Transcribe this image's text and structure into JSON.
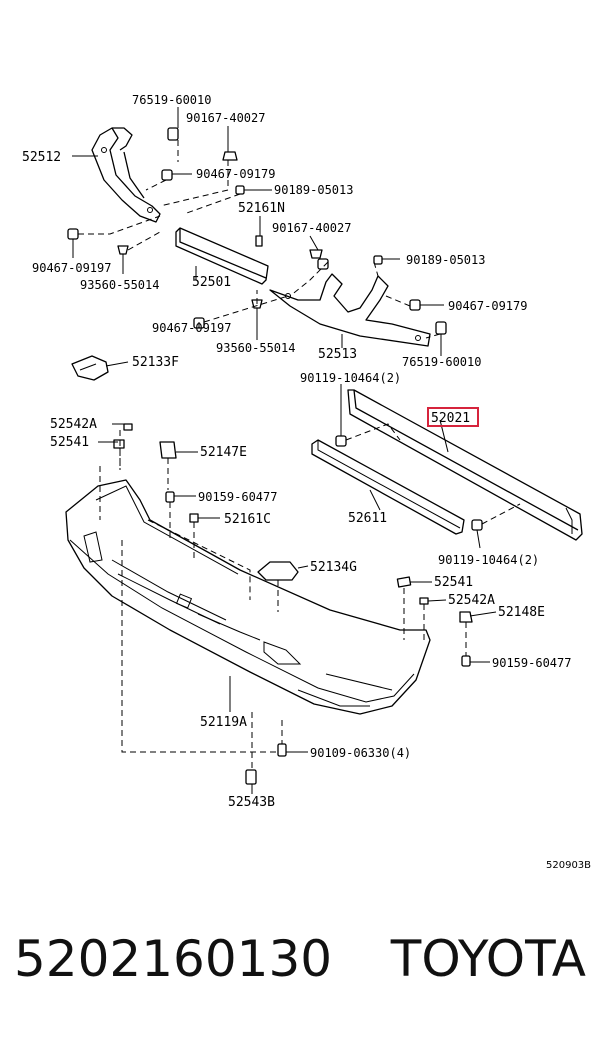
{
  "diagram": {
    "code": "520903B",
    "labels": {
      "l76519_top": "76519-60010",
      "l90167_top": "90167-40027",
      "l52512": "52512",
      "l90467_a": "90467-09179",
      "l90189_a": "90189-05013",
      "l52161N": "52161N",
      "l90167_b": "90167-40027",
      "l90189_b": "90189-05013",
      "l90467_09197_a": "90467-09197",
      "l93560_a": "93560-55014",
      "l52501": "52501",
      "l90467_b": "90467-09179",
      "l90467_09197_b": "90467-09197",
      "l93560_b": "93560-55014",
      "l52513": "52513",
      "l76519_b": "76519-60010",
      "l52133F": "52133F",
      "l90119_a": "90119-10464(2)",
      "l52542A_a": "52542A",
      "l52021": "52021",
      "l52541_a": "52541",
      "l52147E": "52147E",
      "l90159_a": "90159-60477",
      "l52611": "52611",
      "l52161C": "52161C",
      "l90119_b": "90119-10464(2)",
      "l52134G": "52134G",
      "l52541_b": "52541",
      "l52542A_b": "52542A",
      "l52148E": "52148E",
      "l90159_b": "90159-60477",
      "l52119A": "52119A",
      "l90109": "90109-06330(4)",
      "l52543B": "52543B"
    },
    "highlight_color": "#d6243c"
  },
  "footer": {
    "part_number": "5202160130",
    "brand": "TOYOTA"
  }
}
